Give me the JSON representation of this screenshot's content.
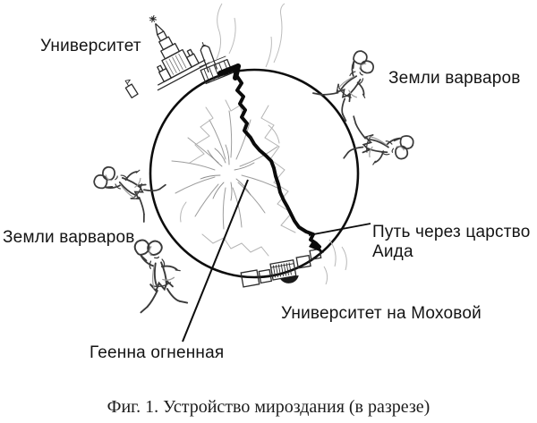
{
  "caption": "Фиг. 1. Устройство мироздания (в разрезе)",
  "labels": {
    "university": "Университет",
    "barbarian_lands_top": "Земли варваров",
    "barbarian_lands_left": "Земли варваров",
    "hades_path": "Путь через царство Аида",
    "university_mokhovaya": "Университет на Моховой",
    "gehenna": "Геенна огненная"
  },
  "drawing": {
    "globe": "globe-circle-sketch",
    "fire_center": "fire-burst-sketch",
    "winding_path": "thick-winding-path",
    "top_building": "university-building-sketch",
    "bottom_building": "classical-building-sketch",
    "figures": "barbarian-figure-sketches"
  },
  "colors": {
    "ink": "#0d0d0d",
    "sketch_gray": "#a6a6a6",
    "background": "#ffffff"
  }
}
